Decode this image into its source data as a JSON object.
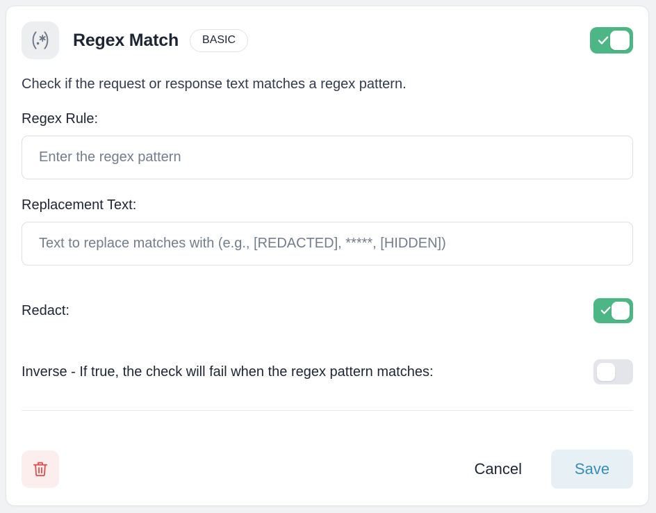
{
  "card": {
    "header": {
      "icon": "regex-icon",
      "icon_glyph": "(.*)",
      "title": "Regex Match",
      "badge": "BASIC",
      "enabled_toggle": {
        "name": "enable-check-toggle",
        "state": "on"
      }
    },
    "description": "Check if the request or response text matches a regex pattern.",
    "fields": [
      {
        "name": "regex-rule",
        "label": "Regex Rule:",
        "value": "",
        "placeholder": "Enter the regex pattern"
      },
      {
        "name": "replacement-text",
        "label": "Replacement Text:",
        "value": "",
        "placeholder": "Text to replace matches with (e.g., [REDACTED], *****, [HIDDEN])"
      }
    ],
    "switches": [
      {
        "name": "redact",
        "label": "Redact:",
        "state": "on"
      },
      {
        "name": "inverse",
        "label": "Inverse - If true, the check will fail when the regex pattern matches:",
        "state": "off"
      }
    ],
    "footer": {
      "delete_icon": "trash-icon",
      "cancel_label": "Cancel",
      "save_label": "Save"
    }
  },
  "colors": {
    "toggle_on": "#4cb784",
    "toggle_off": "#e3e5ea",
    "danger": "#e04f4f",
    "danger_bg": "#fdeeee",
    "save_text": "#3a8cb4",
    "save_bg": "#e7f0f5",
    "text_primary": "#1d2433",
    "text_muted": "#737d8c",
    "border": "#dbe0e6",
    "page_bg": "#f1f2f4"
  }
}
